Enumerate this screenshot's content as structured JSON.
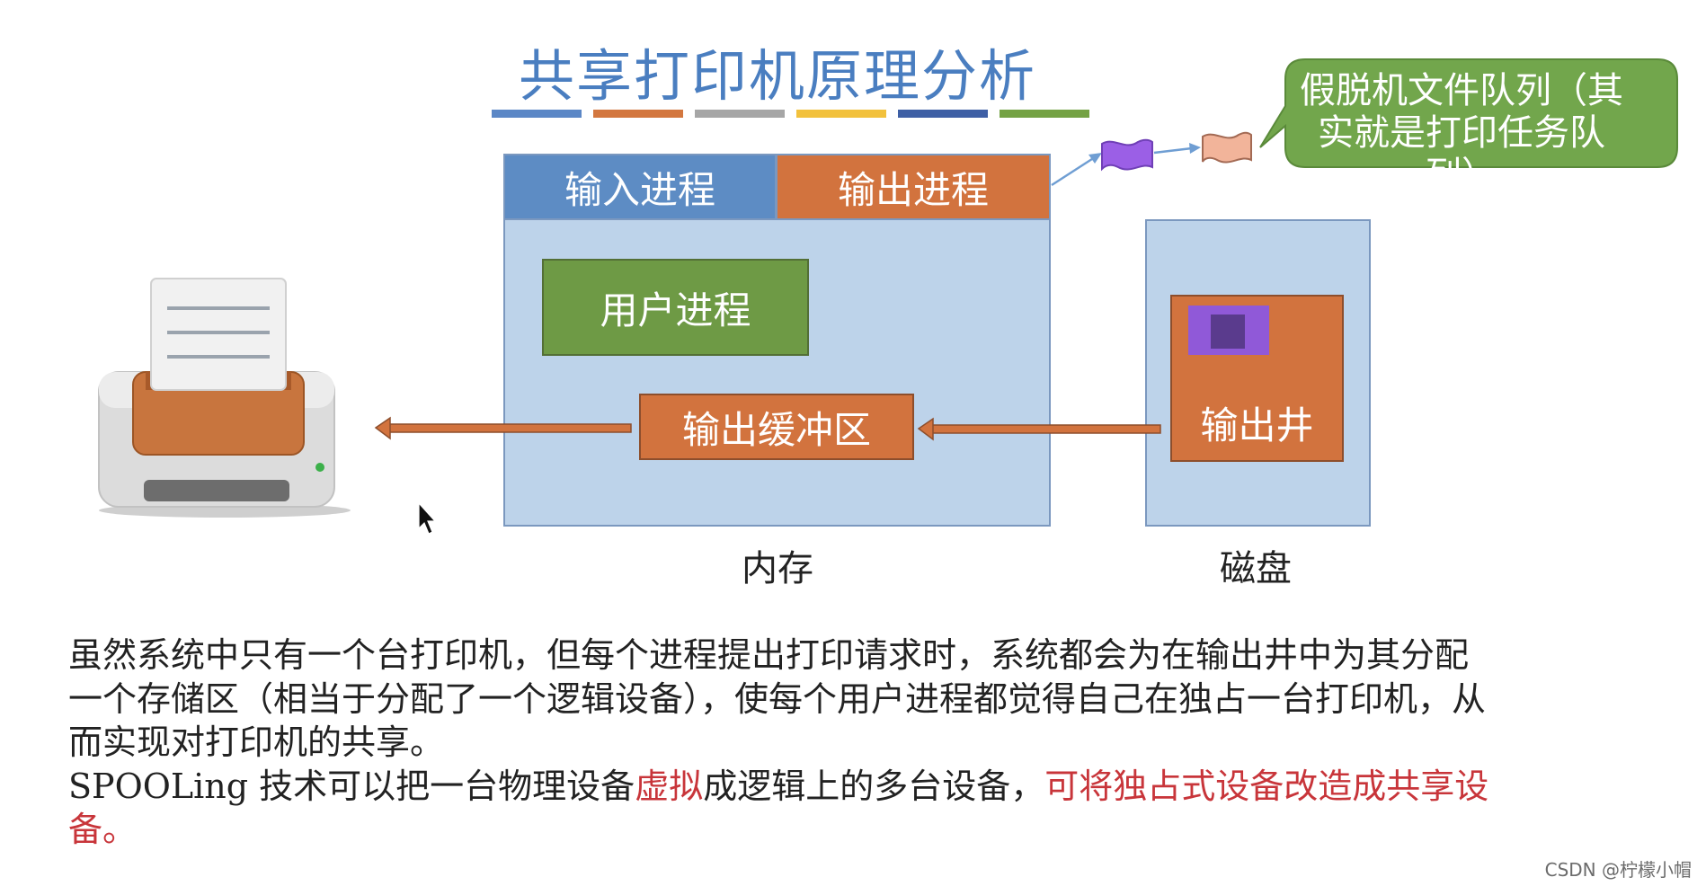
{
  "title": "共享打印机原理分析",
  "colors": {
    "title": "#4a7ec0",
    "stripes": [
      "#5b87c6",
      "#d3773f",
      "#a6a6a6",
      "#f2c13c",
      "#3e5fa5",
      "#74a244"
    ],
    "memory": "#bdd3ea",
    "input_tab": "#5d8cc4",
    "orange": "#d2733e",
    "green": "#6e9a45",
    "callout": "#72a64c",
    "highlight": "#c8353a"
  },
  "memory": {
    "input_process": "输入进程",
    "output_process": "输出进程",
    "user_process": "用户进程",
    "output_buffer": "输出缓冲区",
    "label": "内存"
  },
  "disk": {
    "output_well": "输出井",
    "label": "磁盘"
  },
  "callout": {
    "line1": "假脱机文件队列（其",
    "line2": "实就是打印任务队列）"
  },
  "icons": [
    "printer-icon",
    "document-flag-icon",
    "cursor-icon"
  ],
  "paragraph": {
    "p1": "虽然系统中只有一个台打印机，但每个进程提出打印请求时，系统都会为在输出井中为其分配一个存储区（相当于分配了一个逻辑设备），使每个用户进程都觉得自己在独占一台打印机，从而实现对打印机的共享。",
    "p2_a": "SPOOLing 技术可以把一台物理设备",
    "p2_b": "虚拟",
    "p2_c": "成逻辑上的多台设备，",
    "p2_d": "可将独占式设备改造成共享设备。"
  },
  "watermark": "CSDN @柠檬小帽"
}
